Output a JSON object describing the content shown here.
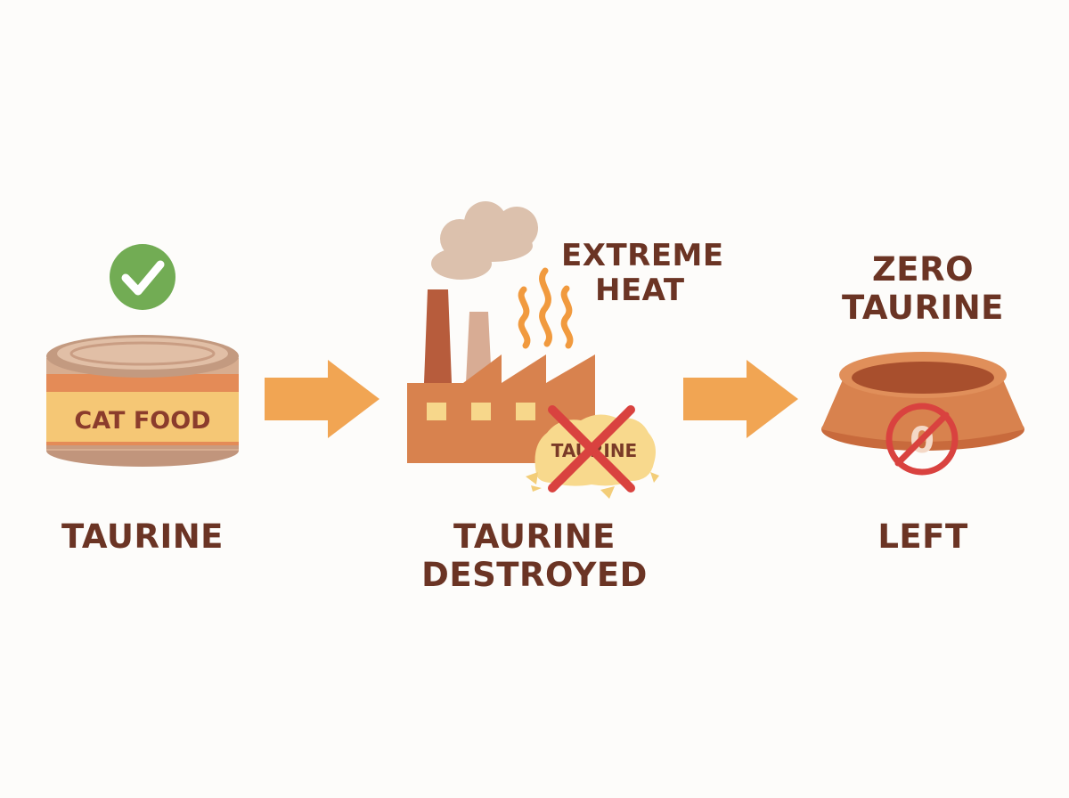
{
  "diagram": {
    "can_label": "CAT FOOD",
    "step1_caption": "TAURINE",
    "heat_line1": "EXTREME",
    "heat_line2": "HEAT",
    "powder_label": "TAURINE",
    "step2_caption_line1": "TAURINE",
    "step2_caption_line2": "DESTROYED",
    "step3_title_line1": "ZERO",
    "step3_title_line2": "TAURINE",
    "zero_symbol": "0",
    "step3_caption": "LEFT"
  },
  "colors": {
    "text_brown": "#6b3424",
    "arrow_orange": "#f1a553",
    "check_green": "#72ac54",
    "no_red": "#d9423f",
    "factory_orange": "#d8824e",
    "can_band": "#f5c775",
    "flame_orange": "#f19a3e"
  },
  "icons": [
    "check-circle-icon",
    "cat-food-can-icon",
    "arrow-right-icon",
    "factory-icon",
    "smoke-icon",
    "heat-waves-icon",
    "cross-icon",
    "bowl-icon",
    "no-symbol-icon"
  ]
}
